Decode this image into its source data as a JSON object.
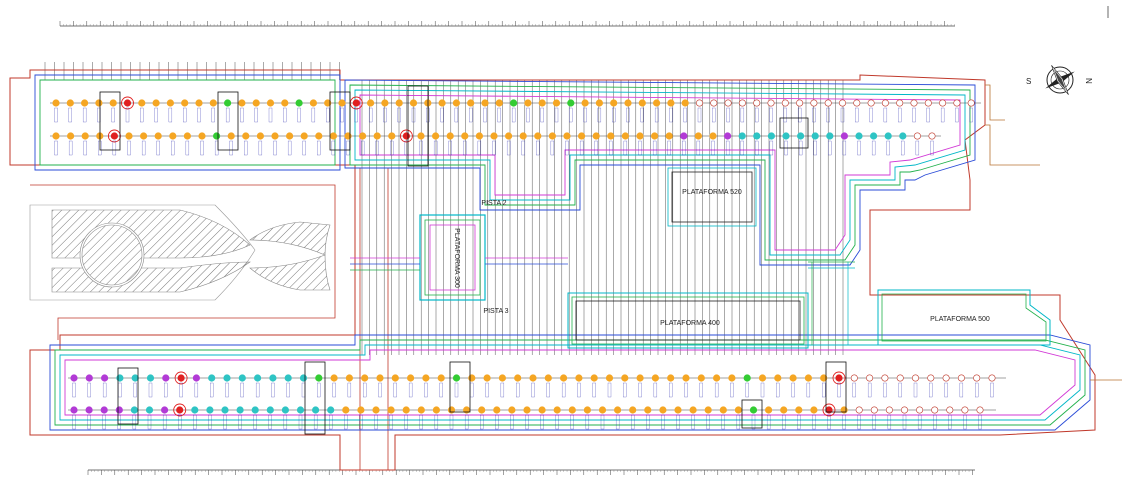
{
  "labels": {
    "pista2": "PISTA 2",
    "pista3": "PISTA 3",
    "plat300": "PLATAFORMA 300",
    "plat400": "PLATAFORMA 400",
    "plat500": "PLATAFORMA 500",
    "plat520": "PLATAFORMA 520"
  },
  "compass": {
    "south": "S",
    "north": "N"
  },
  "colors": {
    "orange_node": "#f5a623",
    "cyan_node": "#2ec4c4",
    "purple_node": "#b23ad6",
    "green_node": "#33cc33",
    "red_marker": "#e02020",
    "red_outline": "#c0392b",
    "blue_line": "#2a4bd7",
    "green_line": "#22b14c",
    "cyan_line": "#00b7c7",
    "magenta_line": "#d23ad6",
    "grey_line": "#444444"
  }
}
